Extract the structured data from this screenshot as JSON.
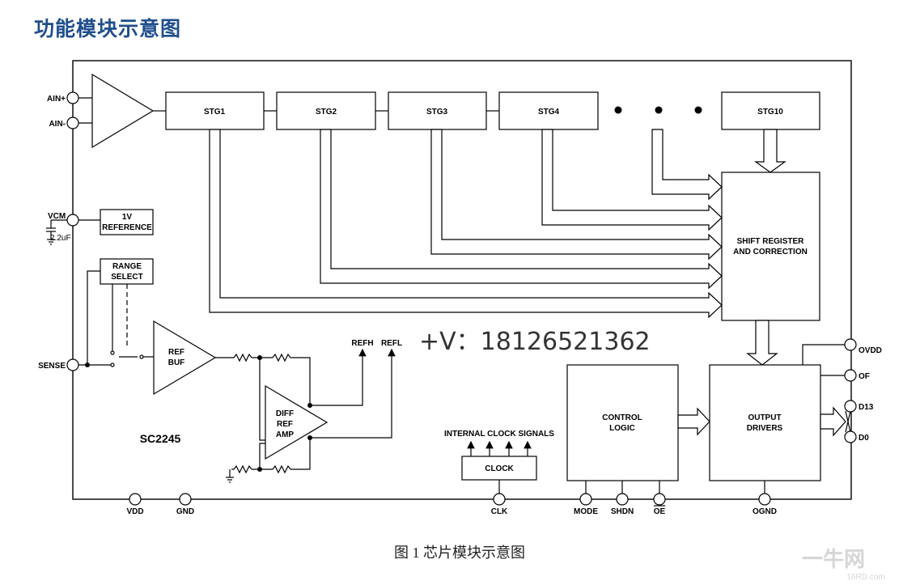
{
  "heading": "功能模块示意图",
  "chip": {
    "name": "SC2245"
  },
  "stages": [
    "STG1",
    "STG2",
    "STG3",
    "STG4",
    "STG10"
  ],
  "blocks": {
    "shift_register": [
      "SHIFT REGISTER",
      "AND CORRECTION"
    ],
    "output_drivers": [
      "OUTPUT",
      "DRIVERS"
    ],
    "control_logic": [
      "CONTROL",
      "LOGIC"
    ],
    "clock": "CLOCK",
    "internal_clock": "INTERNAL CLOCK SIGNALS",
    "reference": [
      "1V",
      "REFERENCE"
    ],
    "range_select": [
      "RANGE",
      "SELECT"
    ],
    "ref_buf": [
      "REF",
      "BUF"
    ],
    "diff_amp": [
      "DIFF",
      "REF",
      "AMP"
    ],
    "refh": "REFH",
    "refl": "REFL",
    "cap": "2.2uF"
  },
  "pins": {
    "ain_plus": "AIN+",
    "ain_minus": "AIN-",
    "vcm": "VCM",
    "sense": "SENSE",
    "vdd": "VDD",
    "gnd": "GND",
    "clk": "CLK",
    "mode": "MODE",
    "shdn": "SHDN",
    "oe": "OE",
    "ognd": "OGND",
    "ovdd": "OVDD",
    "of": "OF",
    "d13": "D13",
    "d0": "D0"
  },
  "contact": "+V：18126521362",
  "caption": "图 1 芯片模块示意图",
  "watermark": {
    "main": "一牛网",
    "sub": "16RD.com"
  },
  "colors": {
    "heading": "#1f4e8c",
    "line": "#000000"
  }
}
